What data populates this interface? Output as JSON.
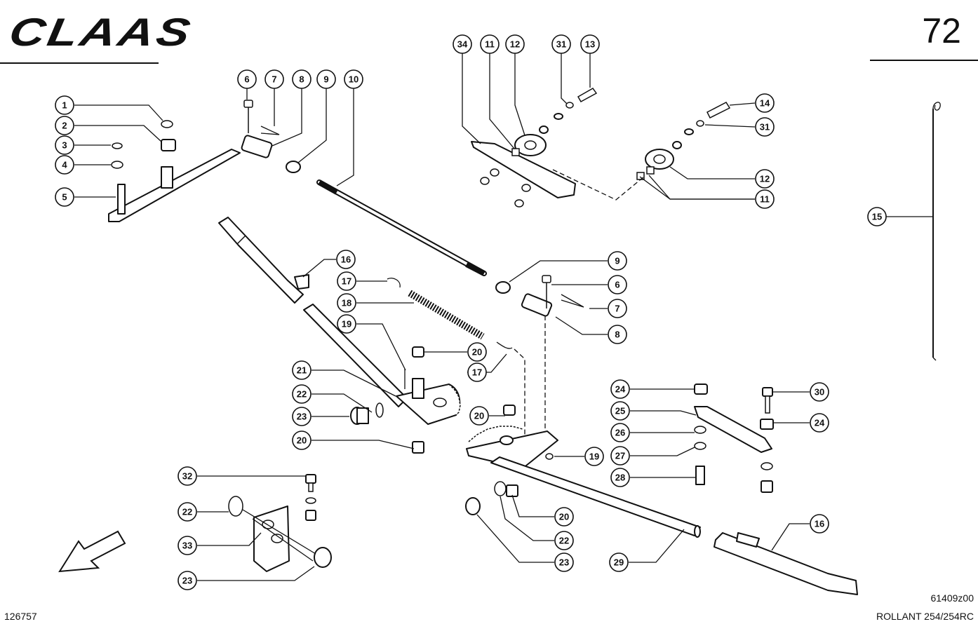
{
  "header": {
    "brand": "CLAAS",
    "page_number": "72"
  },
  "footer": {
    "drawing_id": "126757",
    "figure_code": "61409z00",
    "model": "ROLLANT 254/254RC"
  },
  "diagram": {
    "callouts": [
      {
        "id": "c1",
        "label": "1"
      },
      {
        "id": "c2",
        "label": "2"
      },
      {
        "id": "c3",
        "label": "3"
      },
      {
        "id": "c4",
        "label": "4"
      },
      {
        "id": "c5",
        "label": "5"
      },
      {
        "id": "c6a",
        "label": "6"
      },
      {
        "id": "c7a",
        "label": "7"
      },
      {
        "id": "c8a",
        "label": "8"
      },
      {
        "id": "c9a",
        "label": "9"
      },
      {
        "id": "c10",
        "label": "10"
      },
      {
        "id": "c34",
        "label": "34"
      },
      {
        "id": "c11a",
        "label": "11"
      },
      {
        "id": "c12a",
        "label": "12"
      },
      {
        "id": "c31a",
        "label": "31"
      },
      {
        "id": "c13",
        "label": "13"
      },
      {
        "id": "c14",
        "label": "14"
      },
      {
        "id": "c31b",
        "label": "31"
      },
      {
        "id": "c12b",
        "label": "12"
      },
      {
        "id": "c11b",
        "label": "11"
      },
      {
        "id": "c15",
        "label": "15"
      },
      {
        "id": "c16a",
        "label": "16"
      },
      {
        "id": "c17a",
        "label": "17"
      },
      {
        "id": "c18",
        "label": "18"
      },
      {
        "id": "c19a",
        "label": "19"
      },
      {
        "id": "c20a",
        "label": "20"
      },
      {
        "id": "c17b",
        "label": "17"
      },
      {
        "id": "c21",
        "label": "21"
      },
      {
        "id": "c22a",
        "label": "22"
      },
      {
        "id": "c23a",
        "label": "23"
      },
      {
        "id": "c20b",
        "label": "20"
      },
      {
        "id": "c9b",
        "label": "9"
      },
      {
        "id": "c6b",
        "label": "6"
      },
      {
        "id": "c7b",
        "label": "7"
      },
      {
        "id": "c8b",
        "label": "8"
      },
      {
        "id": "c20c",
        "label": "20"
      },
      {
        "id": "c19b",
        "label": "19"
      },
      {
        "id": "c24a",
        "label": "24"
      },
      {
        "id": "c25",
        "label": "25"
      },
      {
        "id": "c26",
        "label": "26"
      },
      {
        "id": "c27",
        "label": "27"
      },
      {
        "id": "c28",
        "label": "28"
      },
      {
        "id": "c30",
        "label": "30"
      },
      {
        "id": "c24b",
        "label": "24"
      },
      {
        "id": "c32",
        "label": "32"
      },
      {
        "id": "c22b",
        "label": "22"
      },
      {
        "id": "c33",
        "label": "33"
      },
      {
        "id": "c23b",
        "label": "23"
      },
      {
        "id": "c20d",
        "label": "20"
      },
      {
        "id": "c22c",
        "label": "22"
      },
      {
        "id": "c23c",
        "label": "23"
      },
      {
        "id": "c29",
        "label": "29"
      },
      {
        "id": "c16b",
        "label": "16"
      }
    ]
  }
}
